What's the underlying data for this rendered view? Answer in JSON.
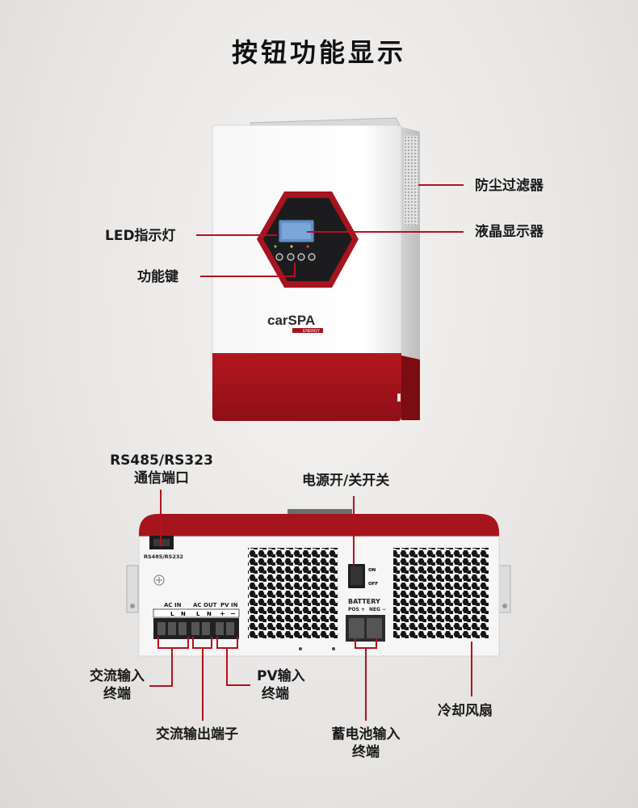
{
  "title": "按钮功能显示",
  "brand": {
    "name": "carSPA",
    "sub": "ENERGY"
  },
  "labels": {
    "dust_filter": "防尘过滤器",
    "lcd": "液晶显示器",
    "led": "LED指示灯",
    "function_keys": "功能键",
    "rs485_line1": "RS485/RS323",
    "rs485_line2": "通信端口",
    "power_switch": "电源开/关开关",
    "ac_in_line1": "交流输入",
    "ac_in_line2": "终端",
    "pv_in_line1": "PV输入",
    "pv_in_line2": "终端",
    "ac_out": "交流输出端子",
    "battery_line1": "蓄电池输入",
    "battery_line2": "终端",
    "fan": "冷却风扇"
  },
  "panel": {
    "port": "RS485/RS232",
    "ac_in": "AC IN",
    "ac_out": "AC OUT",
    "pv_in": "PV IN",
    "l": "L",
    "n": "N",
    "plus": "+",
    "minus": "−",
    "on": "ON",
    "off": "OFF",
    "battery": "BATTERY",
    "pos": "POS +",
    "neg": "NEG −"
  },
  "colors": {
    "accent": "#b5121b",
    "device_red": "#a6141e",
    "bezel": "#1c1c1e"
  }
}
